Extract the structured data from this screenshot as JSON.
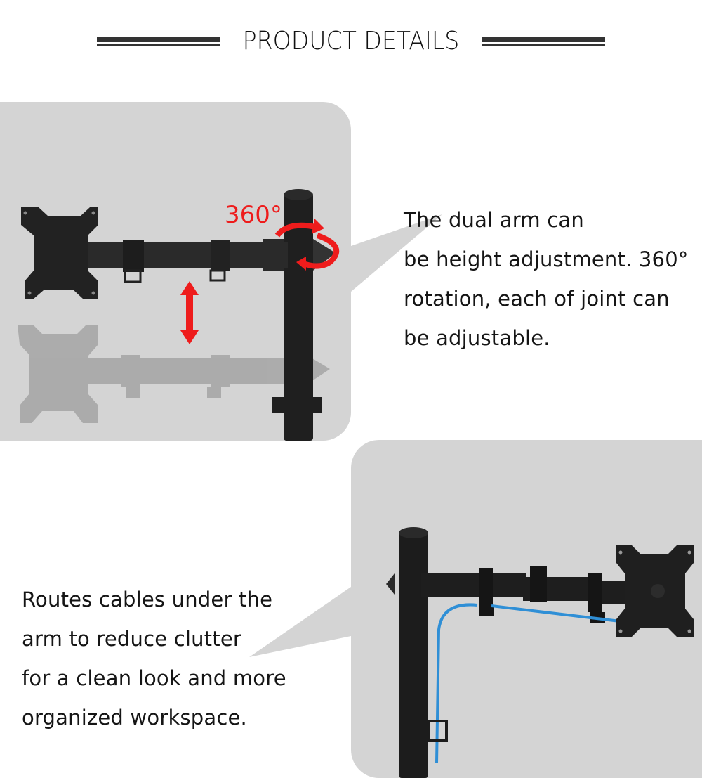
{
  "header": {
    "title": "PRODUCT DETAILS"
  },
  "sections": [
    {
      "id": "height-rotation",
      "image_label": "360°",
      "image_alt": "Monitor arm shown at two heights with double-headed red vertical arrow and red 360 degree rotation arrows around the pole",
      "description_lines": [
        "The dual arm can",
        "be height adjustment. 360°",
        "rotation, each of joint can",
        "be adjustable."
      ]
    },
    {
      "id": "cable-management",
      "image_alt": "Monitor arm with blue cable routed under the arm through clips and down the pole",
      "description_lines": [
        "Routes cables under the",
        "arm to reduce clutter",
        "for a clean look and more",
        "organized workspace."
      ]
    }
  ],
  "colors": {
    "panel_bg": "#d4d4d4",
    "accent_red": "#ee1c1c",
    "cable_blue": "#2f8fd6",
    "metal": "#1c1c1c"
  }
}
